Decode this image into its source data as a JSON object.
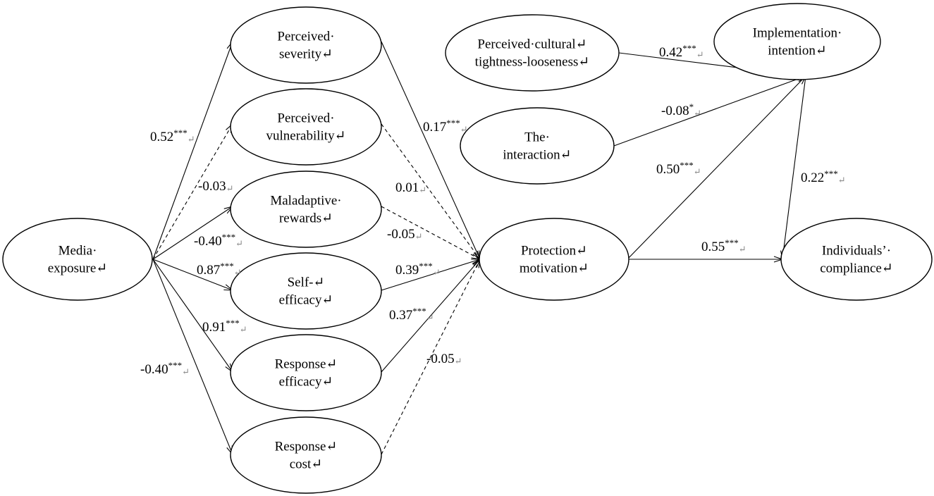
{
  "nodes": {
    "media_exposure": {
      "lines": [
        "Media·",
        "exposure↵"
      ]
    },
    "perceived_severity": {
      "lines": [
        "Perceived·",
        "severity↵"
      ]
    },
    "perceived_vulnerability": {
      "lines": [
        "Perceived·",
        "vulnerability↵"
      ]
    },
    "maladaptive_rewards": {
      "lines": [
        "Maladaptive·",
        "rewards↵"
      ]
    },
    "self_efficacy": {
      "lines": [
        "Self-↵",
        "efficacy↵"
      ]
    },
    "response_efficacy": {
      "lines": [
        "Response↵",
        "efficacy↵"
      ]
    },
    "response_cost": {
      "lines": [
        "Response↵",
        "cost↵"
      ]
    },
    "protection_motivation": {
      "lines": [
        "Protection↵",
        "motivation↵"
      ]
    },
    "cultural_tightness": {
      "lines": [
        "Perceived·cultural↵",
        "tightness-looseness↵"
      ]
    },
    "interaction": {
      "lines": [
        "The·",
        "interaction↵"
      ]
    },
    "implementation_intention": {
      "lines": [
        "Implementation·",
        "intention↵"
      ]
    },
    "individuals_compliance": {
      "lines": [
        "Individuals’·",
        "compliance↵"
      ]
    }
  },
  "edges": [
    {
      "id": "me-ps",
      "from": "media_exposure",
      "to": "perceived_severity",
      "style": "solid",
      "coef": "0.52",
      "stars": "***",
      "mark": "↵"
    },
    {
      "id": "me-pv",
      "from": "media_exposure",
      "to": "perceived_vulnerability",
      "style": "dashed",
      "coef": "-0.03",
      "stars": "",
      "mark": "↵"
    },
    {
      "id": "me-mr",
      "from": "media_exposure",
      "to": "maladaptive_rewards",
      "style": "solid",
      "coef": "-0.40",
      "stars": "***",
      "mark": "↵"
    },
    {
      "id": "me-se",
      "from": "media_exposure",
      "to": "self_efficacy",
      "style": "solid",
      "coef": "0.87",
      "stars": "***",
      "mark": "↵"
    },
    {
      "id": "me-re",
      "from": "media_exposure",
      "to": "response_efficacy",
      "style": "solid",
      "coef": "0.91",
      "stars": "***",
      "mark": "↵"
    },
    {
      "id": "me-rc",
      "from": "media_exposure",
      "to": "response_cost",
      "style": "solid",
      "coef": "-0.40",
      "stars": "***",
      "mark": "↵"
    },
    {
      "id": "ps-pm",
      "from": "perceived_severity",
      "to": "protection_motivation",
      "style": "solid",
      "coef": "0.17",
      "stars": "***",
      "mark": "↵"
    },
    {
      "id": "pv-pm",
      "from": "perceived_vulnerability",
      "to": "protection_motivation",
      "style": "dashed",
      "coef": "0.01",
      "stars": "",
      "mark": "↵"
    },
    {
      "id": "mr-pm",
      "from": "maladaptive_rewards",
      "to": "protection_motivation",
      "style": "dashed",
      "coef": "-0.05",
      "stars": "",
      "mark": "↵"
    },
    {
      "id": "se-pm",
      "from": "self_efficacy",
      "to": "protection_motivation",
      "style": "solid",
      "coef": "0.39",
      "stars": "***",
      "mark": "↵"
    },
    {
      "id": "re-pm",
      "from": "response_efficacy",
      "to": "protection_motivation",
      "style": "solid",
      "coef": "0.37",
      "stars": "***",
      "mark": "↵"
    },
    {
      "id": "rc-pm",
      "from": "response_cost",
      "to": "protection_motivation",
      "style": "dashed",
      "coef": "-0.05",
      "stars": "",
      "mark": "↵"
    },
    {
      "id": "ct-ii",
      "from": "cultural_tightness",
      "to": "implementation_intention",
      "style": "solid",
      "coef": "0.42",
      "stars": "***",
      "mark": "↵"
    },
    {
      "id": "in-ii",
      "from": "interaction",
      "to": "implementation_intention",
      "style": "solid",
      "coef": "-0.08",
      "stars": "*",
      "mark": "↵"
    },
    {
      "id": "pm-ii",
      "from": "protection_motivation",
      "to": "implementation_intention",
      "style": "solid",
      "coef": "0.50",
      "stars": "***",
      "mark": "↵"
    },
    {
      "id": "pm-ic",
      "from": "protection_motivation",
      "to": "individuals_compliance",
      "style": "solid",
      "coef": "0.55",
      "stars": "***",
      "mark": "↵"
    },
    {
      "id": "ii-ic",
      "from": "implementation_intention",
      "to": "individuals_compliance",
      "style": "solid",
      "coef": "0.22",
      "stars": "***",
      "mark": "↵"
    }
  ]
}
